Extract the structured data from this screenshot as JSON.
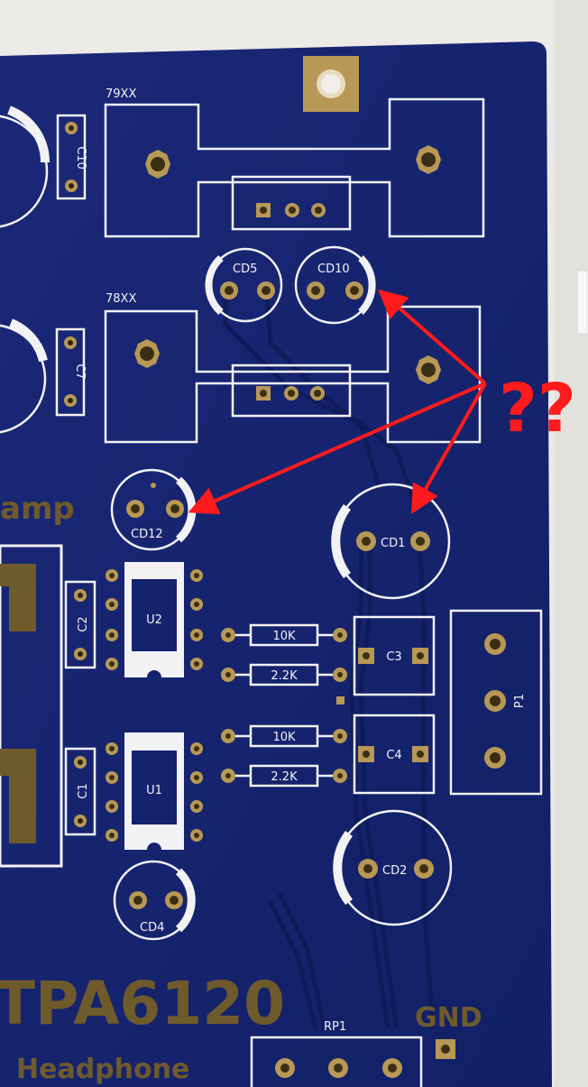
{
  "board": {
    "colors": {
      "board": "#15226e",
      "silkscreen": "#f2f2f5",
      "copper": "#b79855",
      "annotation": "#ff1b1b"
    },
    "regulator_labels": {
      "top": "79XX",
      "bottom": "78XX"
    },
    "capacitor_labels": {
      "c10": "C10",
      "c7": "C7",
      "cd5": "CD5",
      "cd10": "CD10",
      "cd12": "CD12",
      "cd1": "CD1",
      "cd2": "CD2",
      "cd4": "CD4",
      "c2": "C2",
      "c1": "C1",
      "c3": "C3",
      "c4": "C4"
    },
    "ic_labels": {
      "u2": "U2",
      "u1": "U1"
    },
    "resistor_labels": {
      "r_top_1": "10K",
      "r_top_2": "2.2K",
      "r_bot_1": "10K",
      "r_bot_2": "2.2K"
    },
    "connector_labels": {
      "p1": "P1",
      "rp1": "RP1",
      "gnd": "GND"
    },
    "copper_text": {
      "amp": "amp",
      "chip": "TPA6120",
      "subtitle": "Headphone"
    }
  },
  "annotation": {
    "question": "??"
  }
}
